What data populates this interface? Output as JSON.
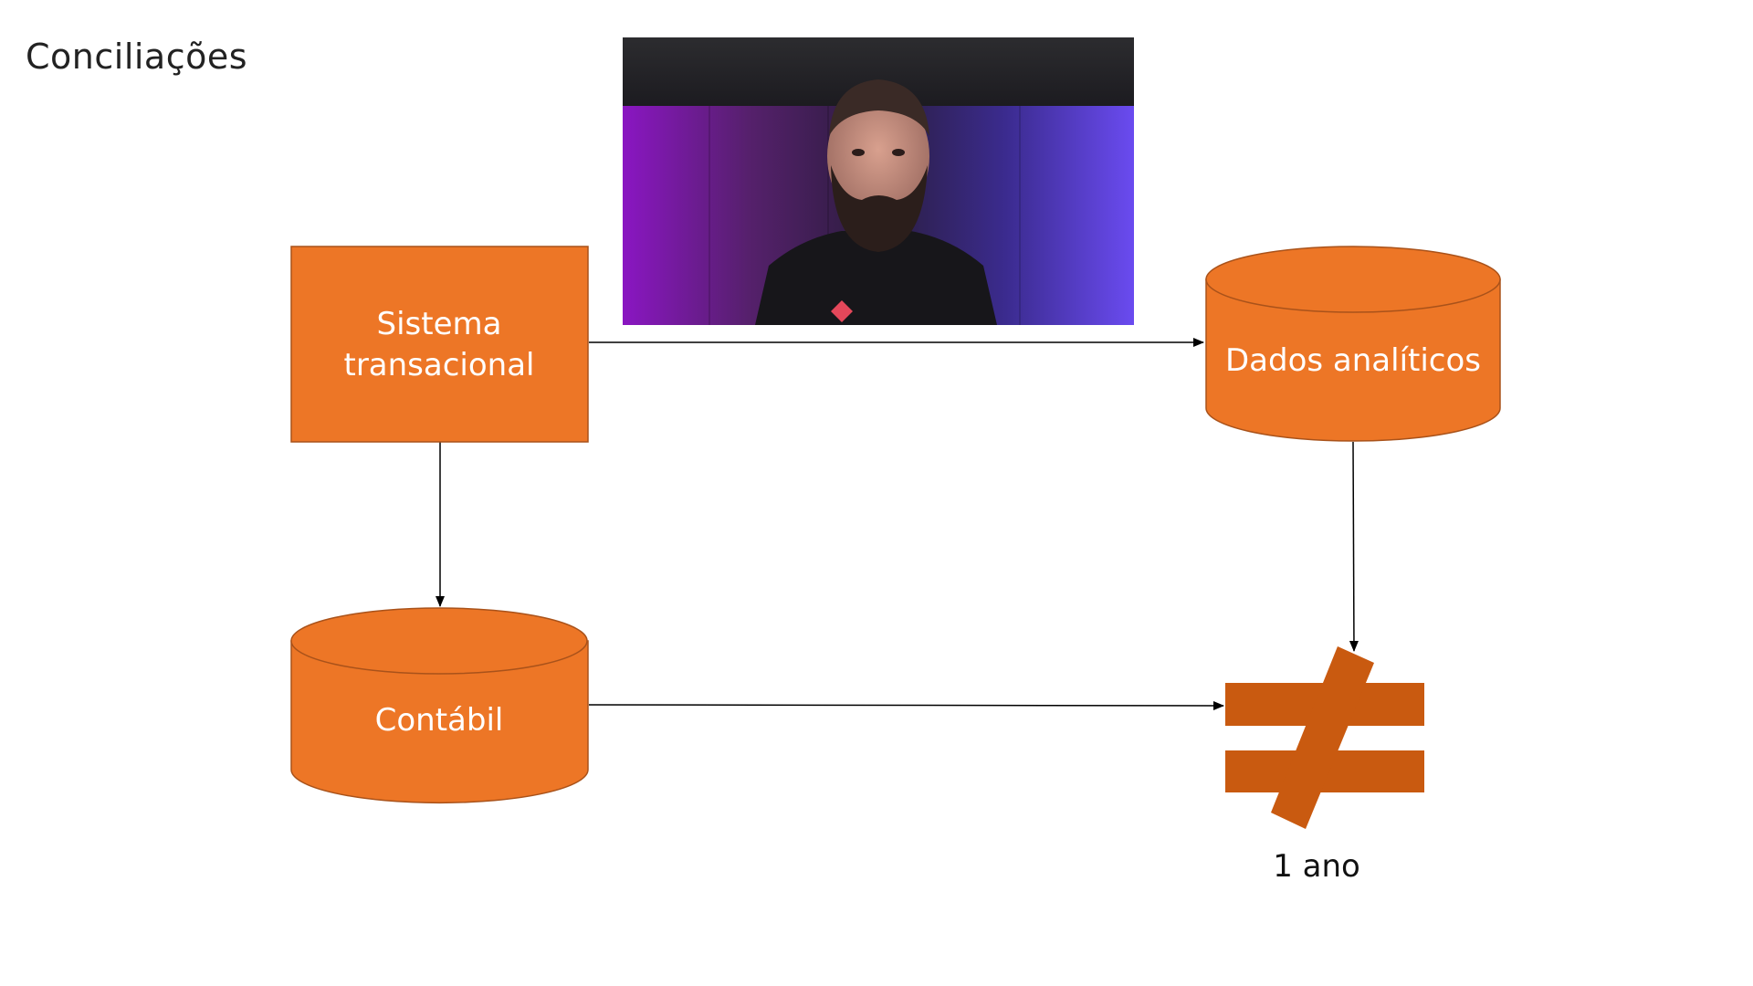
{
  "slide": {
    "title": "Conciliações"
  },
  "nodes": {
    "transactional": {
      "line1": "Sistema",
      "line2": "transacional"
    },
    "analytics": {
      "label": "Dados analíticos"
    },
    "accounting": {
      "label": "Contábil"
    }
  },
  "result": {
    "symbol": "not-equal-icon",
    "caption": "1 ano"
  },
  "colors": {
    "node_fill": "#ED7626",
    "node_stroke": "#A9521A",
    "not_equal_fill": "#C95A10",
    "edge": "#000000"
  }
}
